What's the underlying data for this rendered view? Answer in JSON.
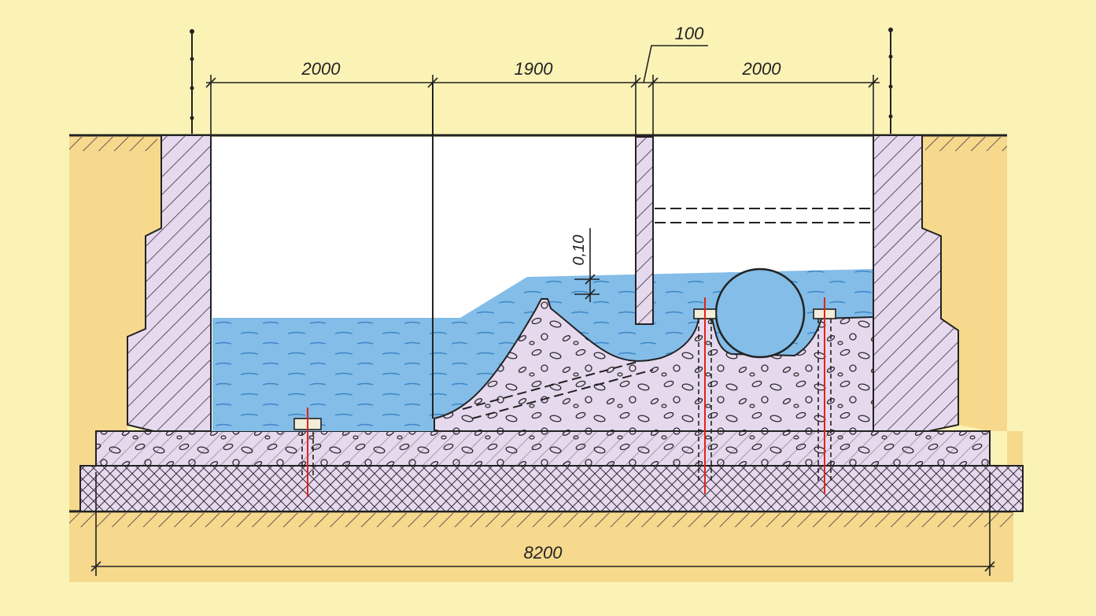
{
  "dimensions": {
    "left_span": "2000",
    "middle_span": "1900",
    "right_span": "2000",
    "wall_thickness": "100",
    "water_drop": "0,10",
    "overall_width": "8200"
  },
  "colors": {
    "background": "#fbf3b6",
    "soil": "#f6d98d",
    "concrete": "#e6d9ee",
    "water": "#83bde8",
    "wall_hatch": "#3a2f3a",
    "rebar": "#e2231a",
    "line": "#222222"
  }
}
